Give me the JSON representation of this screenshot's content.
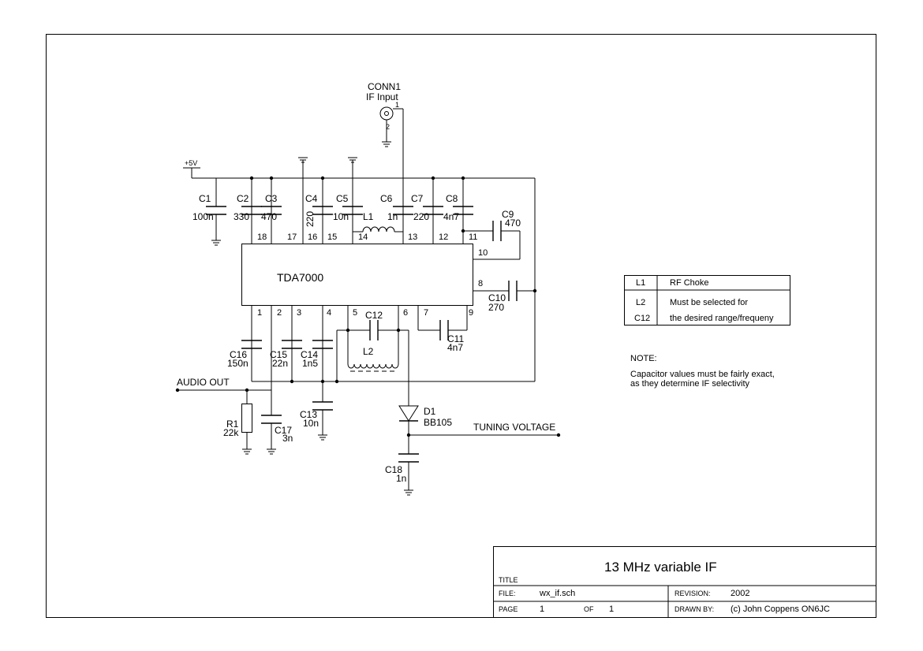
{
  "connector": {
    "ref": "CONN1",
    "name": "IF Input",
    "pin1": "1",
    "pin2": "2"
  },
  "power": {
    "supply": "+5V"
  },
  "ic": {
    "name": "TDA7000",
    "top_pins": [
      "18",
      "17",
      "16",
      "15",
      "14",
      "13",
      "12",
      "11"
    ],
    "right_pins": [
      "10",
      "8"
    ],
    "bottom_pins": [
      "1",
      "2",
      "3",
      "4",
      "5",
      "6",
      "7",
      "9"
    ]
  },
  "components": [
    {
      "ref": "C1",
      "value": "100n"
    },
    {
      "ref": "C2",
      "value": "330"
    },
    {
      "ref": "C3",
      "value": "470"
    },
    {
      "ref": "C4",
      "value": "220"
    },
    {
      "ref": "C5",
      "value": "10n"
    },
    {
      "ref": "C6",
      "value": "1n"
    },
    {
      "ref": "C7",
      "value": "220"
    },
    {
      "ref": "C8",
      "value": "4n7"
    },
    {
      "ref": "C9",
      "value": "470"
    },
    {
      "ref": "C10",
      "value": "270"
    },
    {
      "ref": "C11",
      "value": "4n7"
    },
    {
      "ref": "C12",
      "value": ""
    },
    {
      "ref": "C13",
      "value": "10n"
    },
    {
      "ref": "C14",
      "value": "1n5"
    },
    {
      "ref": "C15",
      "value": "22n"
    },
    {
      "ref": "C16",
      "value": "150n"
    },
    {
      "ref": "C17",
      "value": "3n"
    },
    {
      "ref": "C18",
      "value": "1n"
    },
    {
      "ref": "L1",
      "value": ""
    },
    {
      "ref": "L2",
      "value": ""
    },
    {
      "ref": "R1",
      "value": "22k"
    },
    {
      "ref": "D1",
      "value": "BB105"
    }
  ],
  "nets": {
    "audio_out": "AUDIO OUT",
    "tuning_voltage": "TUNING VOLTAGE"
  },
  "parts_table": [
    {
      "ref": "L1",
      "desc": "RF Choke"
    },
    {
      "ref": "L2",
      "desc": "Must be selected for"
    },
    {
      "ref": "C12",
      "desc": "the desired range/frequeny"
    }
  ],
  "note": {
    "heading": "NOTE:",
    "line1": "Capacitor values must be fairly exact,",
    "line2": "as they determine IF selectivity"
  },
  "title_block": {
    "title": "13 MHz variable IF",
    "title_label": "TITLE",
    "file_label": "FILE:",
    "file": "wx_if.sch",
    "revision_label": "REVISION:",
    "revision": "2002",
    "page_label": "PAGE",
    "page": "1",
    "of_label": "OF",
    "of": "1",
    "drawn_by_label": "DRAWN BY:",
    "drawn_by": "(c) John Coppens ON6JC"
  }
}
